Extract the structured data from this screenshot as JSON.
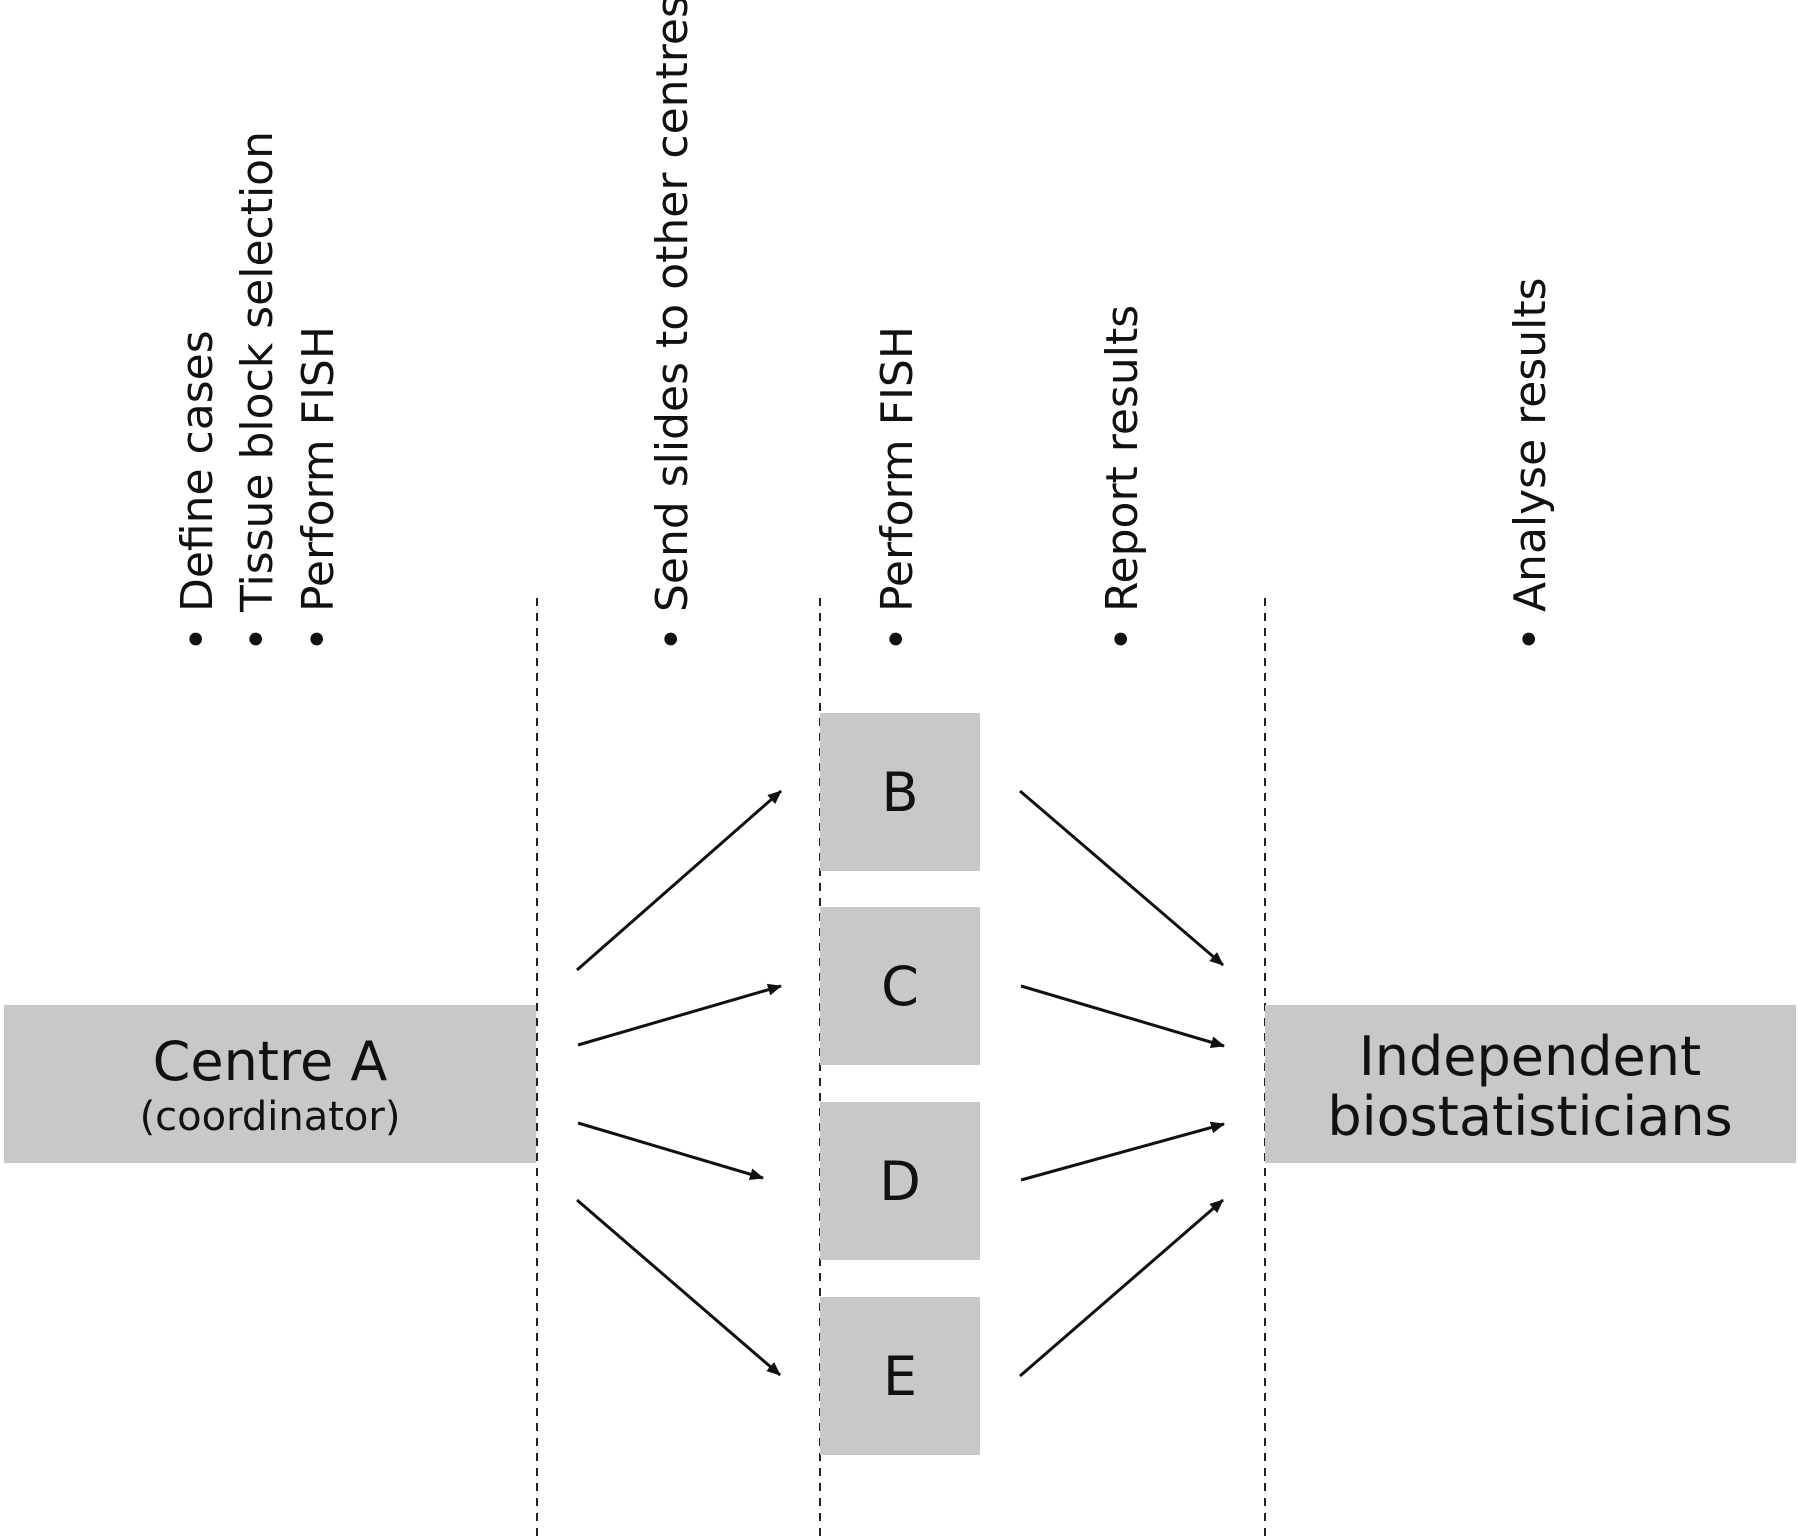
{
  "steps": {
    "coordinator": [
      "Define cases",
      "Tissue block selection",
      "Perform FISH"
    ],
    "send": [
      "Send slides to other centres"
    ],
    "perform": [
      "Perform FISH"
    ],
    "report": [
      "Report results"
    ],
    "analyse": [
      "Analyse results"
    ]
  },
  "bullet": "•",
  "boxes": {
    "centre_a": {
      "title": "Centre A",
      "subtitle": "(coordinator)"
    },
    "centres": [
      {
        "label": "B"
      },
      {
        "label": "C"
      },
      {
        "label": "D"
      },
      {
        "label": "E"
      }
    ],
    "biostat": {
      "line1": "Independent",
      "line2": "biostatisticians"
    }
  },
  "colors": {
    "box_fill": "#c8c8c8",
    "line": "#111111"
  }
}
